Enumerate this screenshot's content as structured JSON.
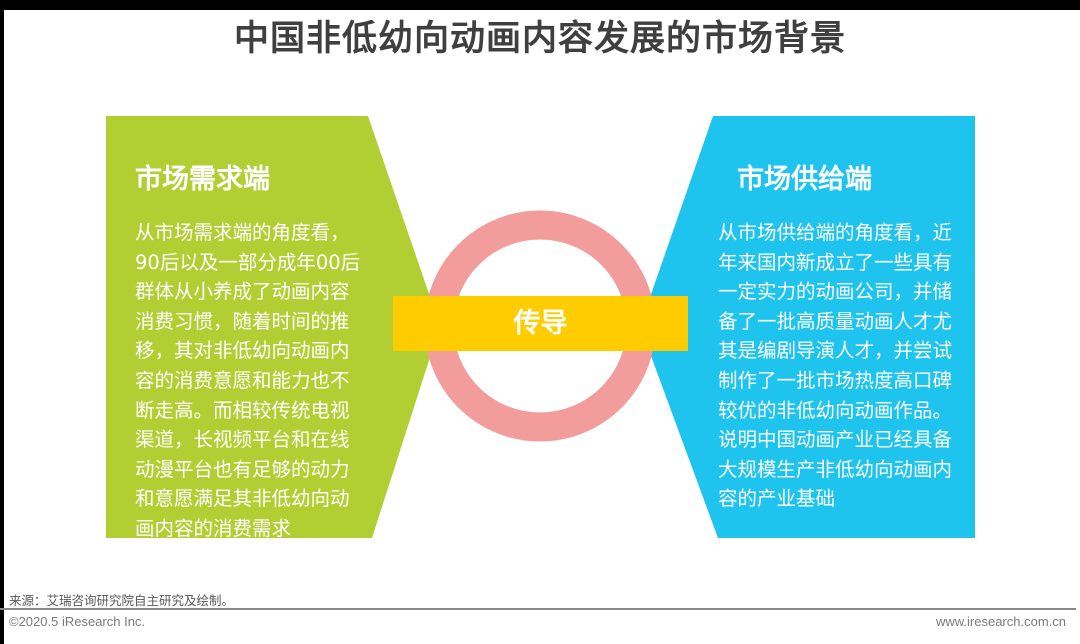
{
  "title": "中国非低幼向动画内容发展的市场背景",
  "colors": {
    "demand_panel": "#b1cf33",
    "supply_panel": "#1ec4ee",
    "ring": "#f29c9c",
    "center_bar": "#ffcc00",
    "title_text": "#3f3f3f"
  },
  "demand_side": {
    "heading": "市场需求端",
    "body": "从市场需求端的角度看，\n90后以及一部分成年00后\n群体从小养成了动画内容\n消费习惯，随着时间的推\n移，其对非低幼向动画内\n容的消费意愿和能力也不\n断走高。而相较传统电视\n渠道，长视频平台和在线\n动漫平台也有足够的动力\n和意愿满足其非低幼向动\n画内容的消费需求"
  },
  "center": {
    "label": "传导"
  },
  "supply_side": {
    "heading": "市场供给端",
    "body": "从市场供给端的角度看，近\n年来国内新成立了一些具有\n一定实力的动画公司，并储\n备了一批高质量动画人才尤\n其是编剧导演人才，并尝试\n制作了一批市场热度高口碑\n较优的非低幼向动画作品。\n说明中国动画产业已经具备\n大规模生产非低幼向动画内\n容的产业基础"
  },
  "footer": {
    "source": "来源：艾瑞咨询研究院自主研究及绘制。",
    "copyright": "©2020.5 iResearch Inc.",
    "website": "www.iresearch.com.cn"
  }
}
